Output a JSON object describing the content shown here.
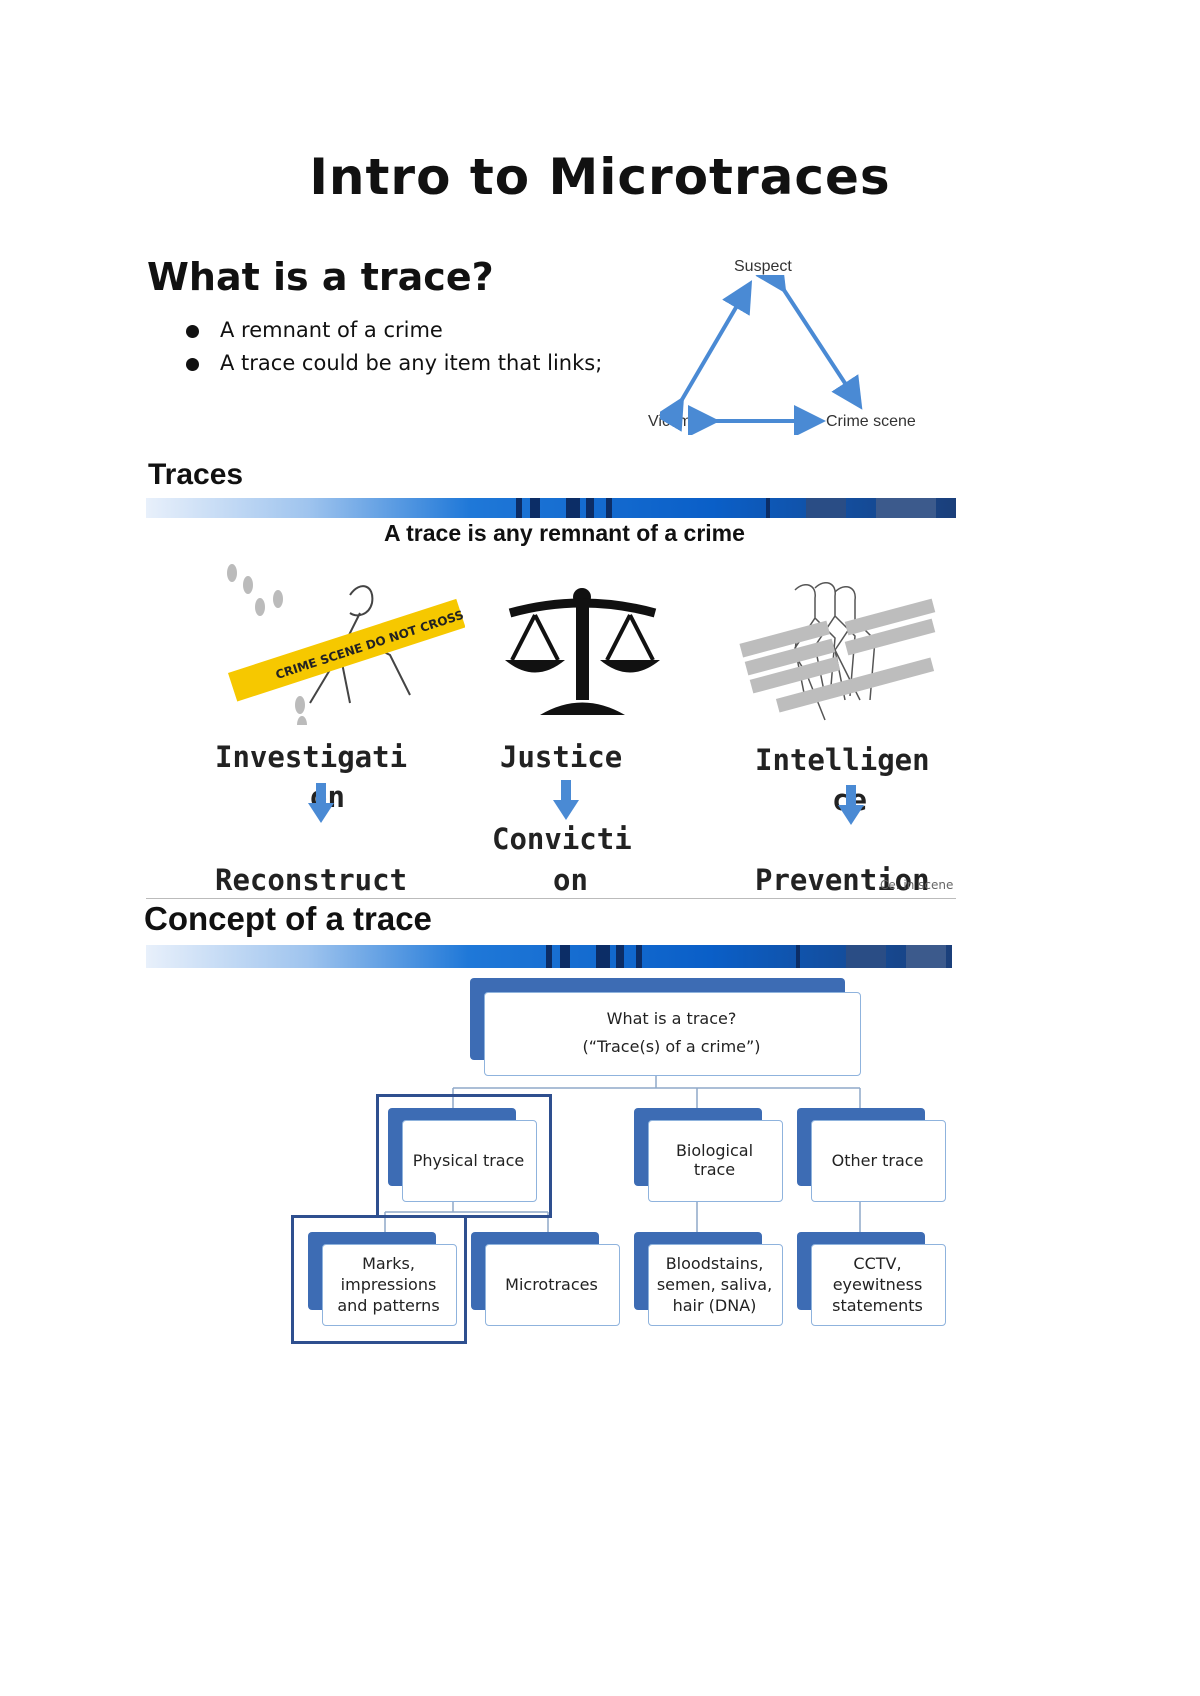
{
  "title": "Intro to Microtraces",
  "section1": {
    "heading": "What is a trace?",
    "bullets": [
      "A remnant of a crime",
      "A trace could be any item that links;"
    ]
  },
  "triangle": {
    "top": "Suspect",
    "left": "Victim",
    "right": "Crime scene"
  },
  "traces_slide": {
    "heading": "Traces",
    "caption": "A trace is any remnant of a crime",
    "tape_text": "CRIME SCENE DO NOT CROSS",
    "columns": [
      {
        "word1a": "Investigati",
        "word1b": "on",
        "word2": "Reconstruct"
      },
      {
        "word1a": "Justice",
        "word1b": "",
        "word2a": "Convicti",
        "word2": "on"
      },
      {
        "word1a": "Intelligen",
        "word1b": "ce",
        "word2": "Prevention"
      }
    ],
    "watermark": "Ce. in scene"
  },
  "concept_slide": {
    "heading": "Concept of a trace",
    "root": {
      "line1": "What is a trace?",
      "line2": "(“Trace(s) of a crime”)"
    },
    "level2": [
      "Physical trace",
      "Biological trace",
      "Other trace"
    ],
    "level3": [
      "Marks, impressions and patterns",
      "Microtraces",
      "Bloodstains, semen, saliva, hair (DNA)",
      "CCTV, eyewitness statements"
    ]
  },
  "colors": {
    "accent": "#3d6cb4",
    "arrow": "#4a8ad4",
    "tape": "#f6c800"
  }
}
